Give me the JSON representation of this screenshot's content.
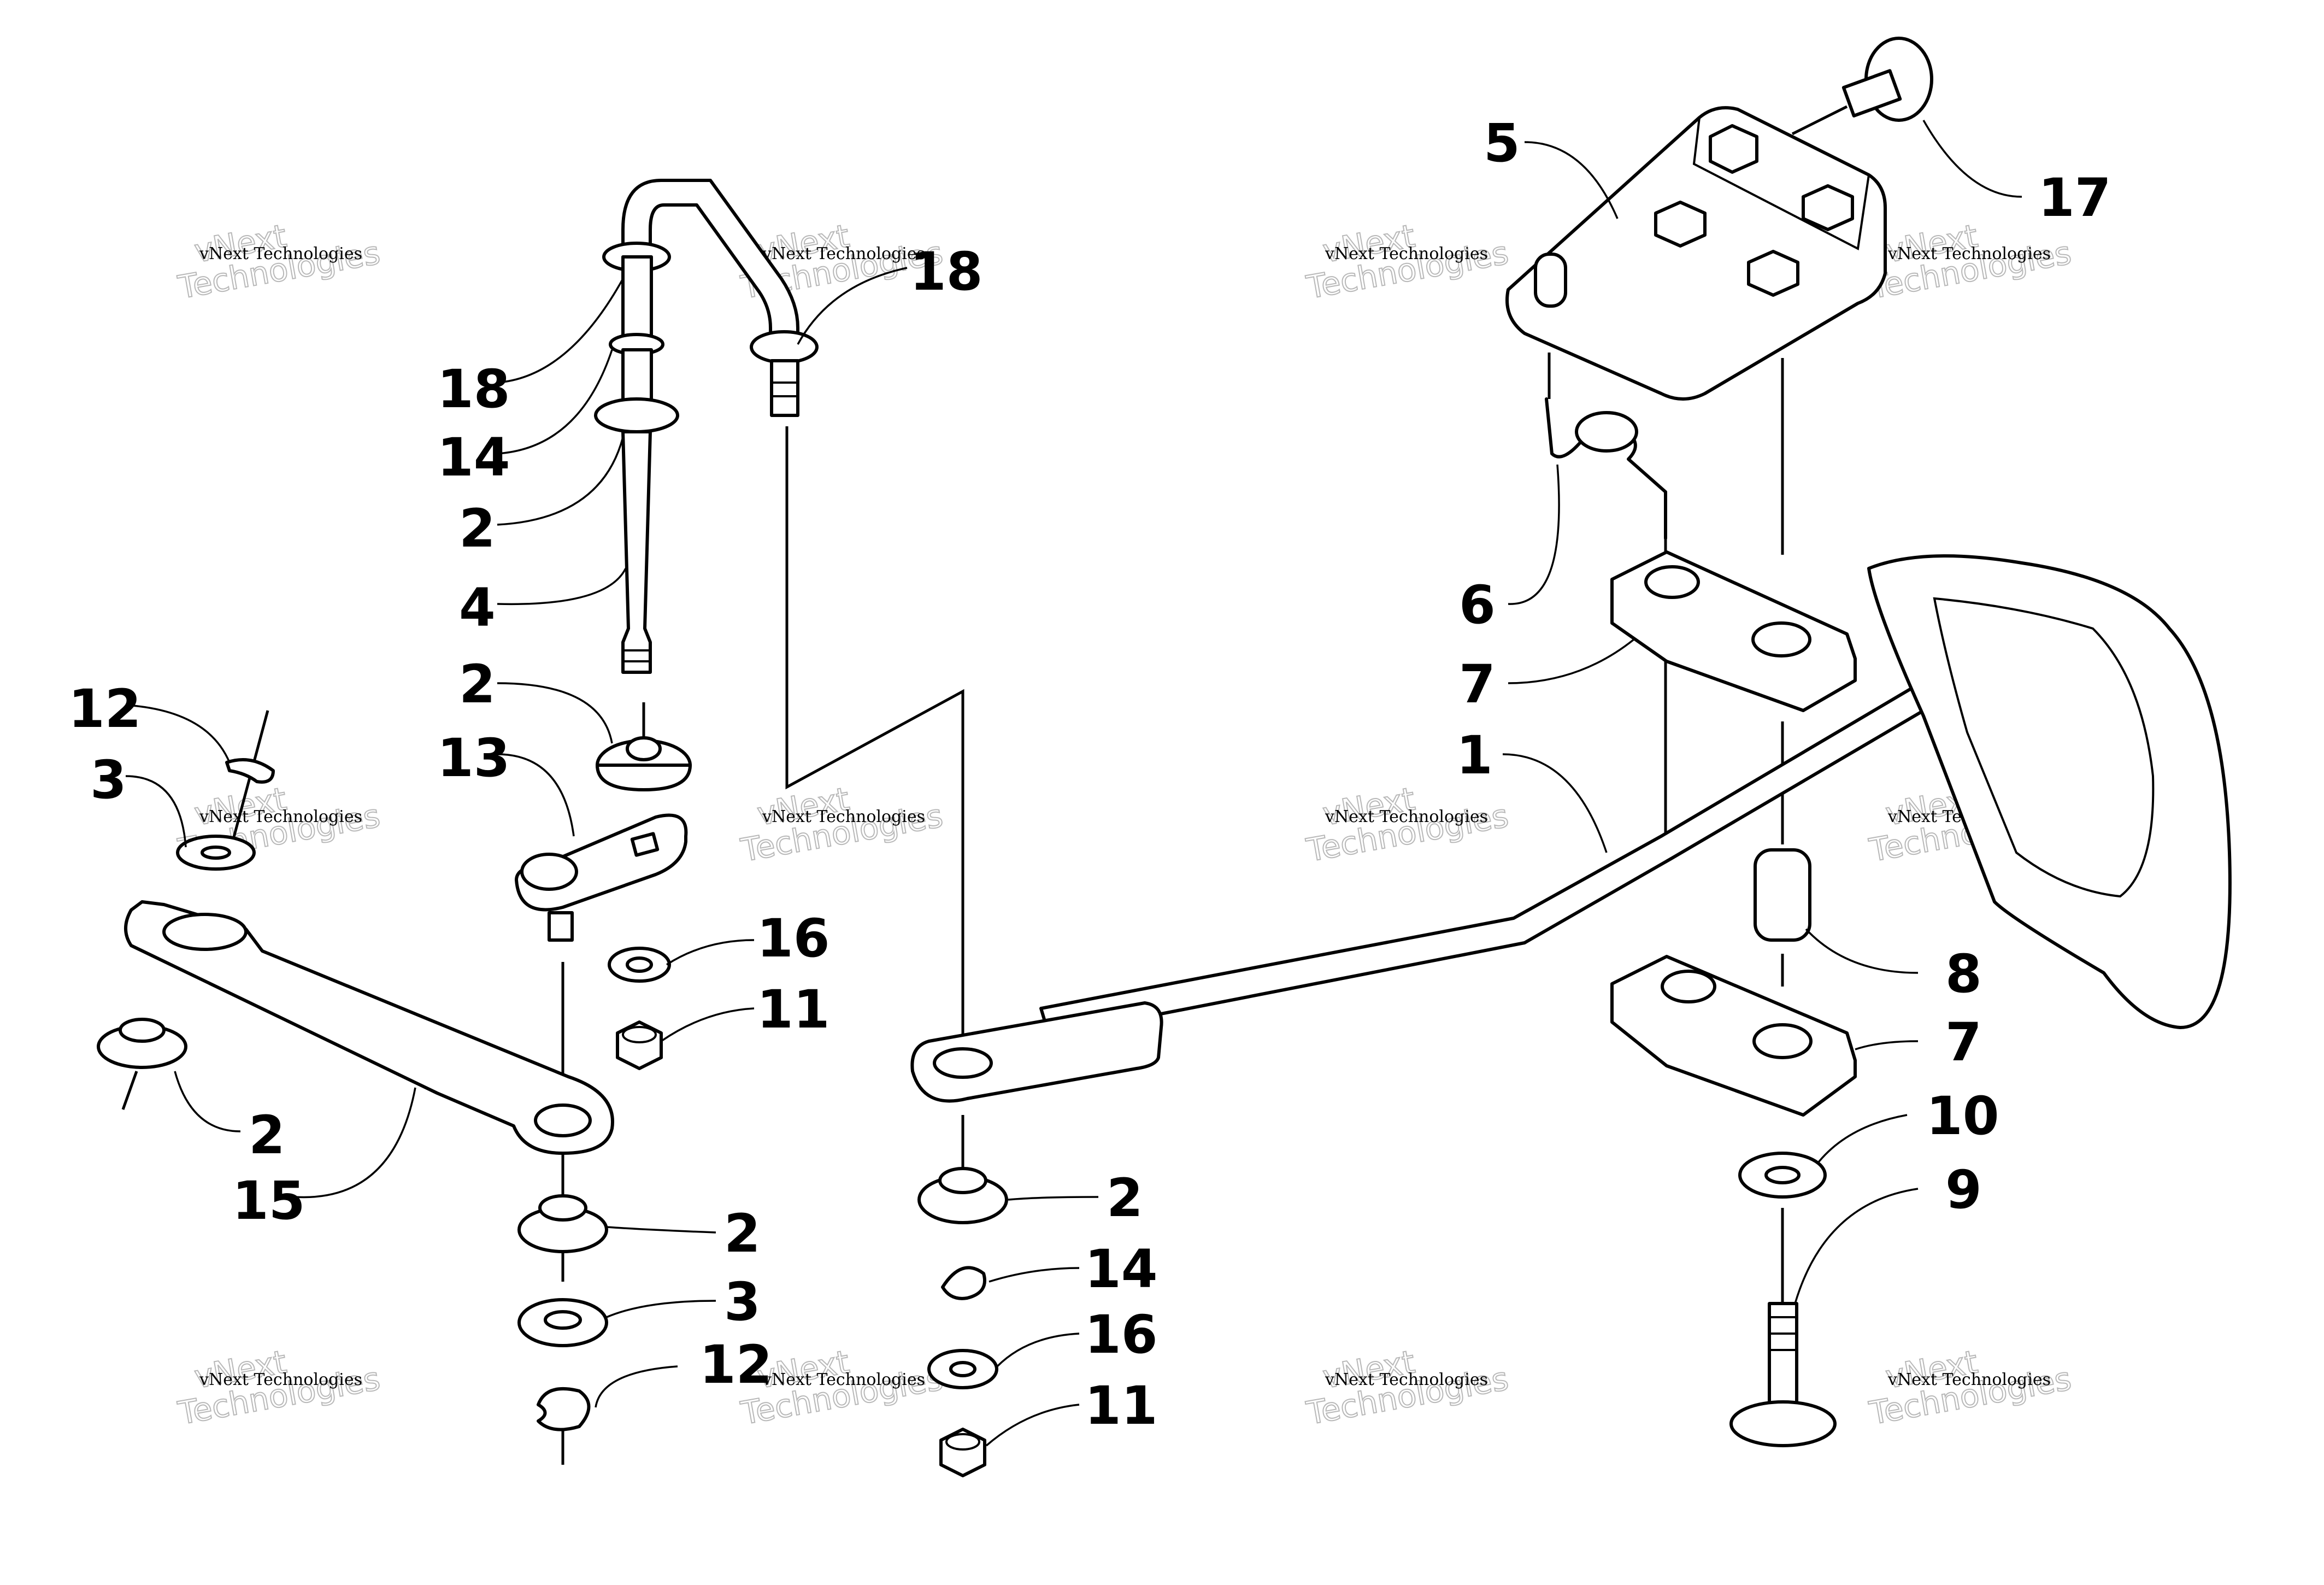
{
  "diagram": {
    "callouts": [
      "1",
      "2",
      "3",
      "4",
      "5",
      "6",
      "7",
      "8",
      "9",
      "10",
      "11",
      "12",
      "13",
      "14",
      "15",
      "16",
      "17",
      "18"
    ]
  },
  "watermark": {
    "line1": "vNext Technologies",
    "line2": "vNext",
    "line3": "Technologies"
  },
  "callout_labels": [
    {
      "id": "c18a",
      "text": "18"
    },
    {
      "id": "c14a",
      "text": "14"
    },
    {
      "id": "c2a",
      "text": "2"
    },
    {
      "id": "c4",
      "text": "4"
    },
    {
      "id": "c2b",
      "text": "2"
    },
    {
      "id": "c13",
      "text": "13"
    },
    {
      "id": "c12a",
      "text": "12"
    },
    {
      "id": "c3a",
      "text": "3"
    },
    {
      "id": "c2c",
      "text": "2"
    },
    {
      "id": "c15",
      "text": "15"
    },
    {
      "id": "c16a",
      "text": "16"
    },
    {
      "id": "c11a",
      "text": "11"
    },
    {
      "id": "c2d",
      "text": "2"
    },
    {
      "id": "c3b",
      "text": "3"
    },
    {
      "id": "c12b",
      "text": "12"
    },
    {
      "id": "c18b",
      "text": "18"
    },
    {
      "id": "c2e",
      "text": "2"
    },
    {
      "id": "c14b",
      "text": "14"
    },
    {
      "id": "c16b",
      "text": "16"
    },
    {
      "id": "c11b",
      "text": "11"
    },
    {
      "id": "c5",
      "text": "5"
    },
    {
      "id": "c17",
      "text": "17"
    },
    {
      "id": "c6",
      "text": "6"
    },
    {
      "id": "c7a",
      "text": "7"
    },
    {
      "id": "c1",
      "text": "1"
    },
    {
      "id": "c8",
      "text": "8"
    },
    {
      "id": "c7b",
      "text": "7"
    },
    {
      "id": "c10",
      "text": "10"
    },
    {
      "id": "c9",
      "text": "9"
    }
  ]
}
